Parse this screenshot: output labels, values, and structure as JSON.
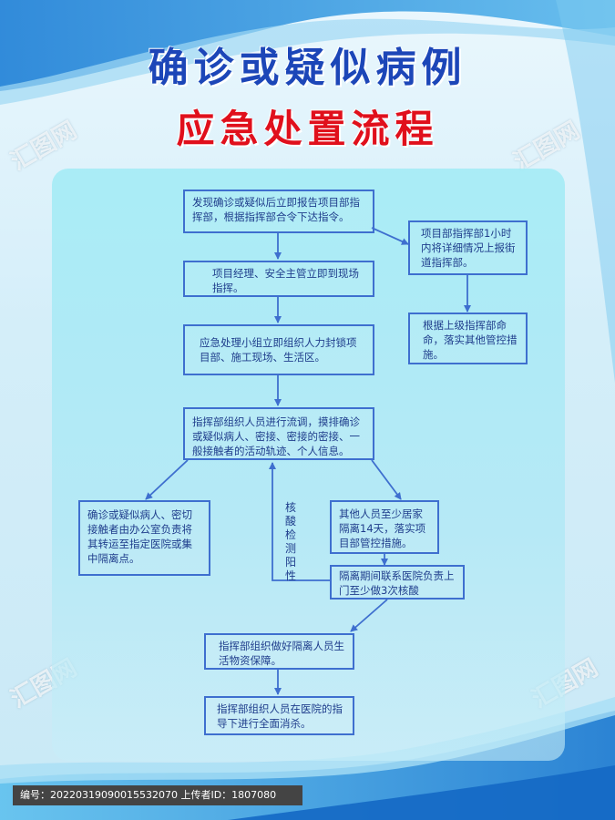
{
  "title_line1": "确诊或疑似病例",
  "title_line2": "应急处置流程",
  "steps": {
    "s1": "发现确诊或疑似后立即报告项目部指挥部，根据指挥部合令下达指令。",
    "s2": "项目经理、安全主管立即到现场指挥。",
    "s3": "应急处理小组立即组织人力封锁项目部、施工现场、生活区。",
    "s4": "指挥部组织人员进行流调，摸排确诊或疑似病人、密接、密接的密接、一般接触者的活动轨迹、个人信息。",
    "s5": "确诊或疑似病人、密切接触者由办公室负责将其转运至指定医院或集中隔离点。",
    "s6": "其他人员至少居家隔离14天，落实项目部管控措施。",
    "s7": "隔离期间联系医院负责上门至少做3次核酸",
    "s8": "指挥部组织做好隔离人员生活物资保障。",
    "s9": "指挥部组织人员在医院的指导下进行全面消杀。",
    "r1": "项目部指挥部1小时内将详细情况上报街道指挥部。",
    "r2": "根据上级指挥部命命，落实其他管控措施。"
  },
  "loop_label": "核酸检测阳性",
  "footer_text": "编号：20220319090015532070 上传者ID：1807080",
  "watermark": "汇图网",
  "colors": {
    "title_blue": "#1c46b8",
    "title_red": "#e0101c",
    "box_border": "#3e6fcf",
    "text": "#1f3d8c",
    "arrow": "#3e6fcf"
  }
}
